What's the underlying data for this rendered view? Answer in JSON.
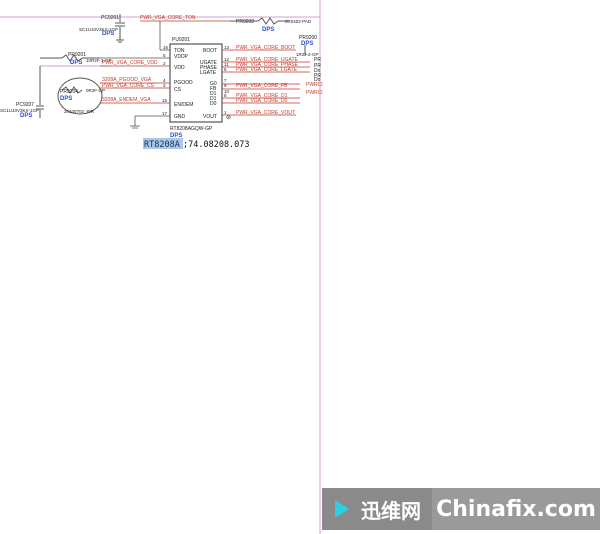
{
  "schematic": {
    "refs": {
      "pc9201": "PC9201",
      "pc9201_val": "SC1U10V3KX-1GP",
      "pr9202": "PR9202",
      "pr9202_val": "0R0402-PAD",
      "pr9202_tag": "DPS",
      "pr9200": "PR9200",
      "pr9200_val": "1R2J-2-GP",
      "pr9200_tag": "DPS",
      "pr9201": "PR9201",
      "pr9201_val": "10R2F-1-GP",
      "pr9201_tag": "DPS",
      "pr9204": "PR9204",
      "pr9204_val": "0R2F-GP",
      "pr9204_tag": "DPS",
      "pr9204_note": "20100702_PIR",
      "pc9207": "PC9207",
      "pc9207_val": "SC1U10V3KX-1GP",
      "pc9207_tag": "DPS",
      "pu9201": "PU9201",
      "pu9201_part": "RT8208AGQW-GP",
      "pu9201_tag": "DPS",
      "dps_upper": "DPS",
      "pr9200_r": "PR9200"
    },
    "bottom_label_hl": "RT8208A",
    "bottom_label_rest": ";74.08208.073",
    "ic_pins_left": [
      {
        "num": "16",
        "name": "TON"
      },
      {
        "num": "5",
        "name": "VDDP"
      },
      {
        "num": "2",
        "name": "VDD"
      },
      {
        "num": "4",
        "name": "PGOOD"
      },
      {
        "num": "3",
        "name": "CS"
      },
      {
        "num": "15",
        "name": "EN/DEM"
      },
      {
        "num": "17",
        "name": "GND"
      }
    ],
    "ic_pins_right": [
      {
        "num": "13",
        "name": "BOOT"
      },
      {
        "num": "12",
        "name": "UGATE"
      },
      {
        "num": "11",
        "name": "PHASE"
      },
      {
        "num": "6",
        "name": "LGATE"
      },
      {
        "num": "7",
        "name": "G0"
      },
      {
        "num": "9",
        "name": "FB"
      },
      {
        "num": "10",
        "name": "D1"
      },
      {
        "num": "8",
        "name": "D1"
      },
      {
        "num": "",
        "name": "D0"
      },
      {
        "num": "1",
        "name": "VOUT"
      }
    ],
    "nets_left": {
      "ton": "PWR_VGA_CORE_TON",
      "vdd": "PWR_VGA_CORE_VDD",
      "pgood": "3208A_PGOOD_VGA",
      "cs": "PWR_VGA_CORE_CS",
      "endem": "3208A_ENDEM_VGA"
    },
    "nets_right": {
      "boot": "PWR_VGA_CORE_BOOT",
      "ugate": "PWR_VGA_CORE_UGATE",
      "phase": "PWR_VGA_CORE_PHASE",
      "lgate": "PWR_VGA_CORE_LGATE",
      "fb": "PWR_VGA_CORE_FB",
      "d1": "PWR_VGA_CORE_D1",
      "d0": "PWR_VGA_CORE_D0",
      "vout": "PWR_VGA_CORE_VOUT"
    },
    "edge_labels": [
      "PR",
      "PR",
      "Do",
      "PR",
      "Do",
      "PWRCI",
      "PWRCI"
    ]
  },
  "watermark": {
    "left_text": "迅维网",
    "right_text": "Chinafix.com"
  }
}
